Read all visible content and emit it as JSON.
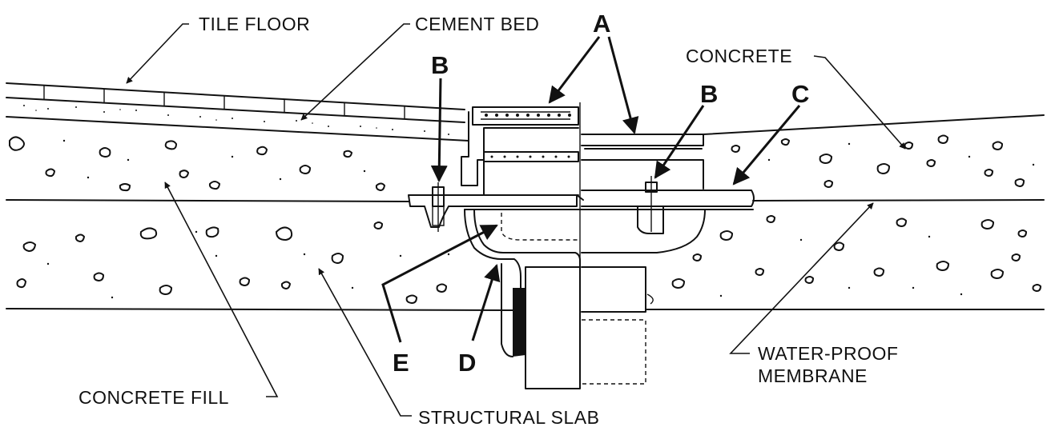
{
  "labels": {
    "tile_floor": "TILE FLOOR",
    "cement_bed": "CEMENT BED",
    "concrete": "CONCRETE",
    "concrete_fill": "CONCRETE FILL",
    "structural_slab": "STRUCTURAL SLAB",
    "membrane_line1": "WATER-PROOF",
    "membrane_line2": "MEMBRANE"
  },
  "callouts": {
    "a": "A",
    "b_left": "B",
    "b_right": "B",
    "c": "C",
    "d": "D",
    "e": "E"
  }
}
